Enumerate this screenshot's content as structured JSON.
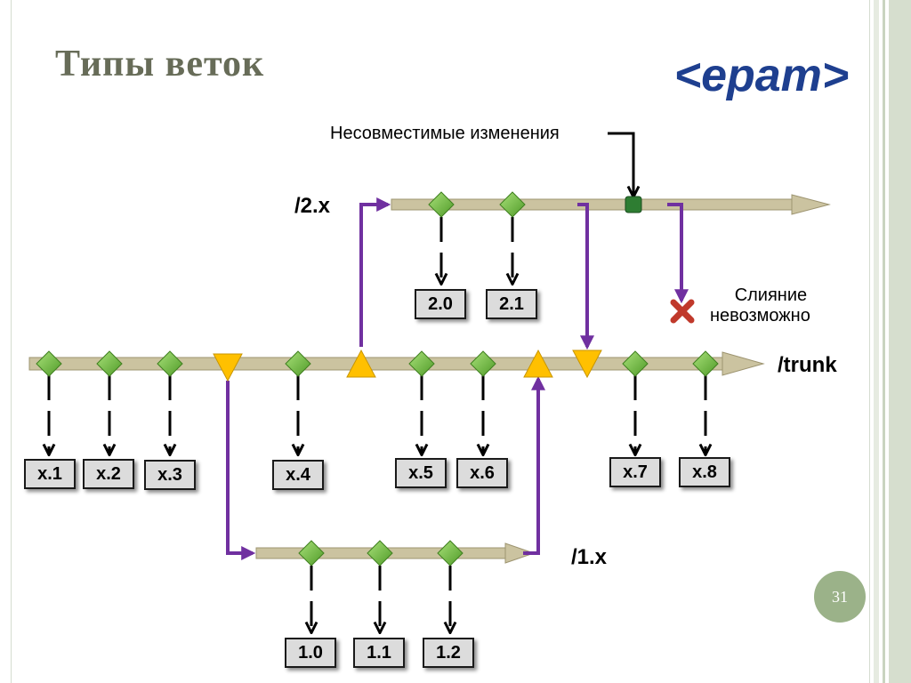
{
  "slide": {
    "title": "Типы веток",
    "page_number": "31",
    "logo": {
      "text": "<epam>",
      "color": "#1e3f8f"
    }
  },
  "diagram": {
    "annotations": {
      "incompatible": "Несовместимые изменения",
      "merge_line1": "Слияние",
      "merge_line2": "невозможно"
    },
    "branches": {
      "trunk": "/trunk",
      "v2": "/2.x",
      "v1": "/1.x"
    },
    "tags": {
      "trunk": [
        "x.1",
        "x.2",
        "x.3",
        "x.4",
        "x.5",
        "x.6",
        "x.7",
        "x.8"
      ],
      "v2": [
        "2.0",
        "2.1"
      ],
      "v1": [
        "1.0",
        "1.1",
        "1.2"
      ]
    },
    "colors": {
      "branch_line": "#cbc3a0",
      "commit_diamond": "#6dbb3a",
      "merge_arrow": "#7030a0",
      "triangle": "#ffc000",
      "incompatible_marker": "#2e7d32",
      "cross": "#c0392b"
    }
  }
}
